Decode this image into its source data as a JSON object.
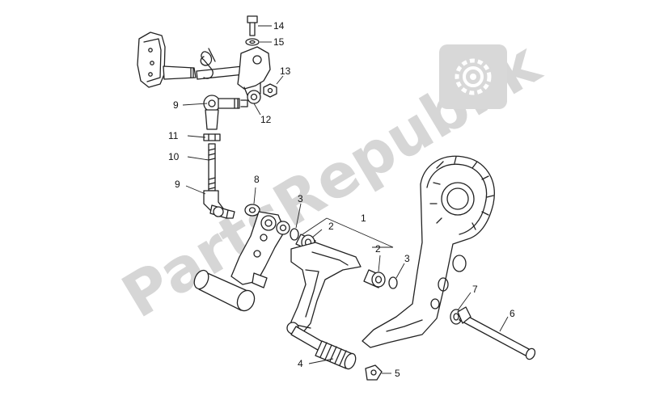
{
  "watermark": {
    "text": "PartsRepublik",
    "icon": "gear-icon"
  },
  "callouts": [
    {
      "id": "c14",
      "label": "14"
    },
    {
      "id": "c15",
      "label": "15"
    },
    {
      "id": "c13",
      "label": "13"
    },
    {
      "id": "c9a",
      "label": "9"
    },
    {
      "id": "c12",
      "label": "12"
    },
    {
      "id": "c11",
      "label": "11"
    },
    {
      "id": "c10",
      "label": "10"
    },
    {
      "id": "c9b",
      "label": "9"
    },
    {
      "id": "c8",
      "label": "8"
    },
    {
      "id": "c3a",
      "label": "3"
    },
    {
      "id": "c1",
      "label": "1"
    },
    {
      "id": "c2a",
      "label": "2"
    },
    {
      "id": "c2b",
      "label": "2"
    },
    {
      "id": "c3b",
      "label": "3"
    },
    {
      "id": "c7",
      "label": "7"
    },
    {
      "id": "c6",
      "label": "6"
    },
    {
      "id": "c4",
      "label": "4"
    },
    {
      "id": "c5",
      "label": "5"
    }
  ]
}
